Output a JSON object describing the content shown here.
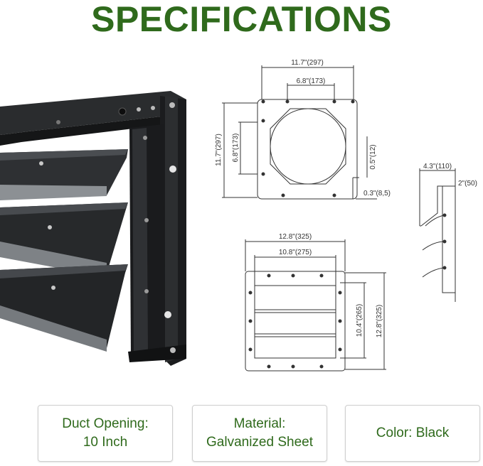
{
  "title": "SPECIFICATIONS",
  "dimensions": {
    "top_width": "11.7\"(297)",
    "top_hole_spacing": "6.8\"(173)",
    "side_height": "11.7\"(297)",
    "side_hole_spacing": "6.8\"(173)",
    "right_offset": "0.5\"(12)",
    "bottom_offset": "0.3\"(8,5)",
    "depth": "4.3\"(110)",
    "flange": "2\"(50)",
    "front_width": "12.8\"(325)",
    "front_inner_width": "10.8\"(275)",
    "front_inner_height": "10.4\"(265)",
    "front_height": "12.8\"(325)"
  },
  "cards": {
    "duct": {
      "line1": "Duct Opening:",
      "line2": "10 Inch"
    },
    "material": {
      "line1": "Material:",
      "line2": "Galvanized Sheet"
    },
    "color": {
      "line1": "Color:  Black"
    }
  },
  "colors": {
    "title_green": "#2f6a1c",
    "card_text": "#2f6a1c",
    "product": "#1d1f21"
  }
}
